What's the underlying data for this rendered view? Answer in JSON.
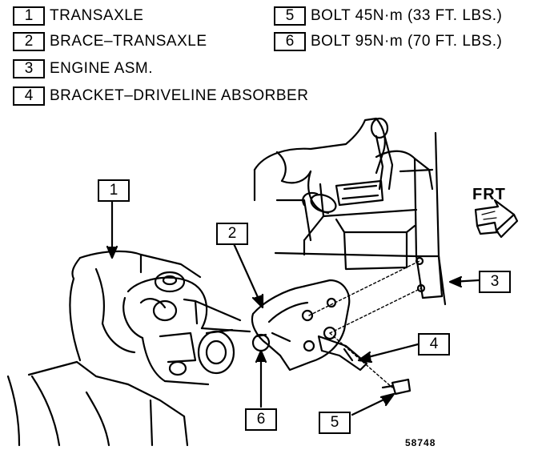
{
  "legend": [
    {
      "number": "1",
      "text": "TRANSAXLE"
    },
    {
      "number": "2",
      "text": "BRACE–TRANSAXLE"
    },
    {
      "number": "3",
      "text": "ENGINE ASM."
    },
    {
      "number": "4",
      "text": "BRACKET–DRIVELINE ABSORBER"
    },
    {
      "number": "5",
      "text": "BOLT 45N·m (33 FT. LBS.)"
    },
    {
      "number": "6",
      "text": "BOLT 95N·m (70 FT. LBS.)"
    }
  ],
  "callouts": {
    "c1": "1",
    "c2": "2",
    "c3": "3",
    "c4": "4",
    "c5": "5",
    "c6": "6"
  },
  "direction_label": "FRT",
  "figure_id": "58748",
  "colors": {
    "ink": "#000000",
    "paper": "#ffffff"
  }
}
